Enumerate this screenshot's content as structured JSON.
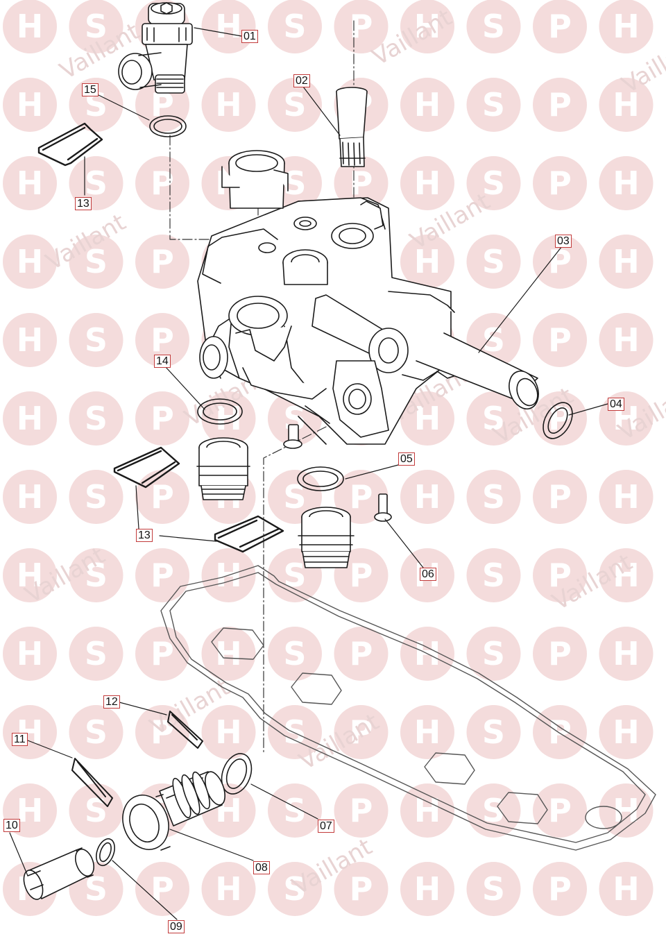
{
  "watermark": {
    "letters": [
      "H",
      "S",
      "P"
    ],
    "brand": "Vaillant",
    "circle_color": "#f4dcdc",
    "letter_color": "#ffffff",
    "brand_color": "#e8d3d3"
  },
  "callouts": [
    {
      "id": "c01",
      "text": "01"
    },
    {
      "id": "c02",
      "text": "02"
    },
    {
      "id": "c03",
      "text": "03"
    },
    {
      "id": "c04",
      "text": "04"
    },
    {
      "id": "c05",
      "text": "05"
    },
    {
      "id": "c06",
      "text": "06"
    },
    {
      "id": "c07",
      "text": "07"
    },
    {
      "id": "c08",
      "text": "08"
    },
    {
      "id": "c09",
      "text": "09"
    },
    {
      "id": "c10",
      "text": "10"
    },
    {
      "id": "c11",
      "text": "11"
    },
    {
      "id": "c12",
      "text": "12"
    },
    {
      "id": "c13a",
      "text": "13"
    },
    {
      "id": "c13b",
      "text": "13"
    },
    {
      "id": "c14",
      "text": "14"
    },
    {
      "id": "c15",
      "text": "15"
    }
  ],
  "colors": {
    "line": "#1a1a1a",
    "callout_border": "#c23a3a",
    "gasket_line": "#555555"
  }
}
